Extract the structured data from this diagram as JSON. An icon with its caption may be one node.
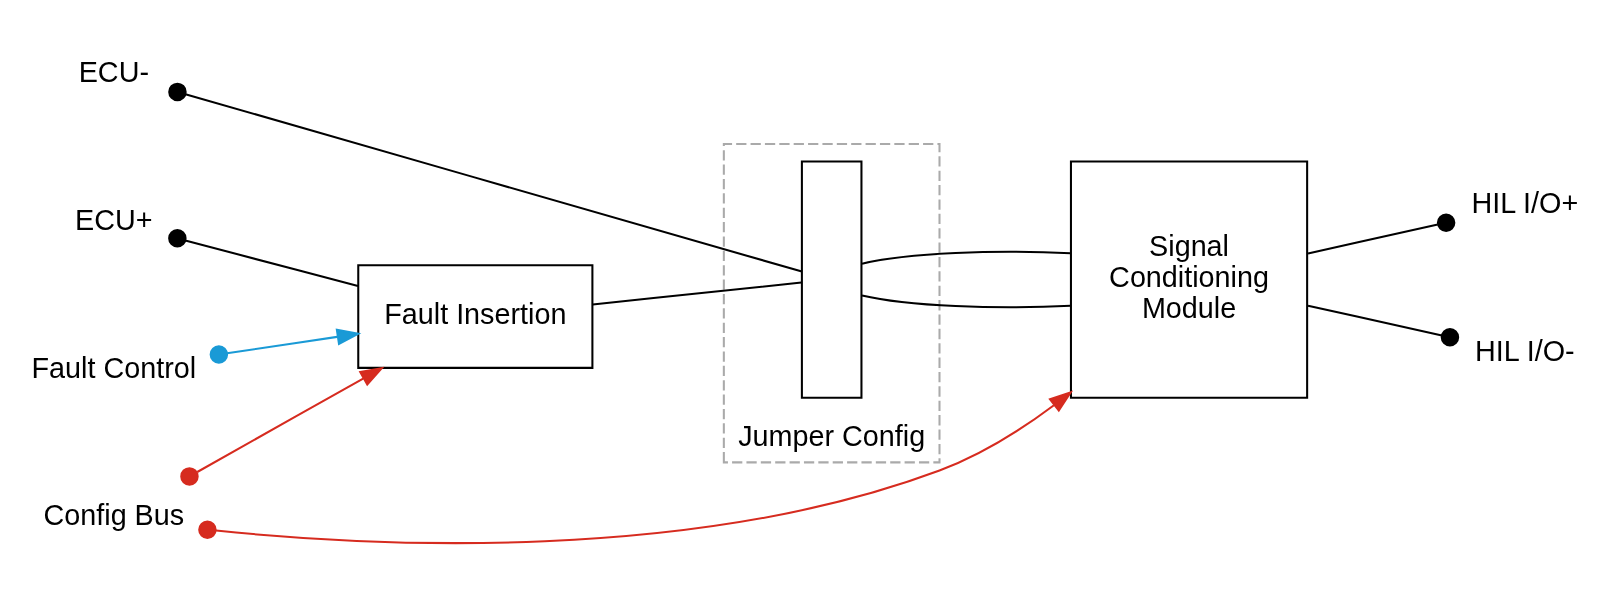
{
  "diagram": {
    "nodes": [
      {
        "text": [
          "Fault Control"
        ]
      },
      {
        "text": [
          "Config Bus"
        ]
      },
      {
        "text": [
          "ECU+"
        ]
      },
      {
        "text": [
          "ECU-"
        ]
      },
      {
        "text": [
          "Fault Insertion"
        ]
      },
      {
        "text": [
          "Jumper Config"
        ]
      },
      {
        "text": [],
        "shape": "box",
        "in": 5
      },
      {
        "text": [
          "Signal Conditioning Module"
        ]
      },
      {
        "text": [
          "HIL I/O+"
        ]
      },
      {
        "text": [
          "HIL I/O-"
        ]
      }
    ],
    "edges": [
      {
        "from": 0,
        "to": 4,
        "arrow": "to",
        "color": "#1a9ad6"
      },
      {
        "from": 1,
        "to": 4,
        "arrow": "to",
        "color": "#d62b1f"
      },
      {
        "from": 1,
        "to": 7,
        "arrow": "to",
        "color": "#d62b1f"
      },
      {
        "from": 2,
        "to": 4,
        "arrow": "other"
      },
      {
        "from": 4,
        "to": 6,
        "arrow": "none"
      },
      {
        "from": 6,
        "to": 7,
        "arrow": "none"
      },
      {
        "from": 3,
        "to": 6,
        "arrow": "other"
      },
      {
        "from": 6,
        "to": 7,
        "arrow": "none"
      },
      {
        "from": 7,
        "to": 8,
        "arrow": "other"
      },
      {
        "from": 7,
        "to": 9,
        "arrow": "other"
      }
    ]
  }
}
